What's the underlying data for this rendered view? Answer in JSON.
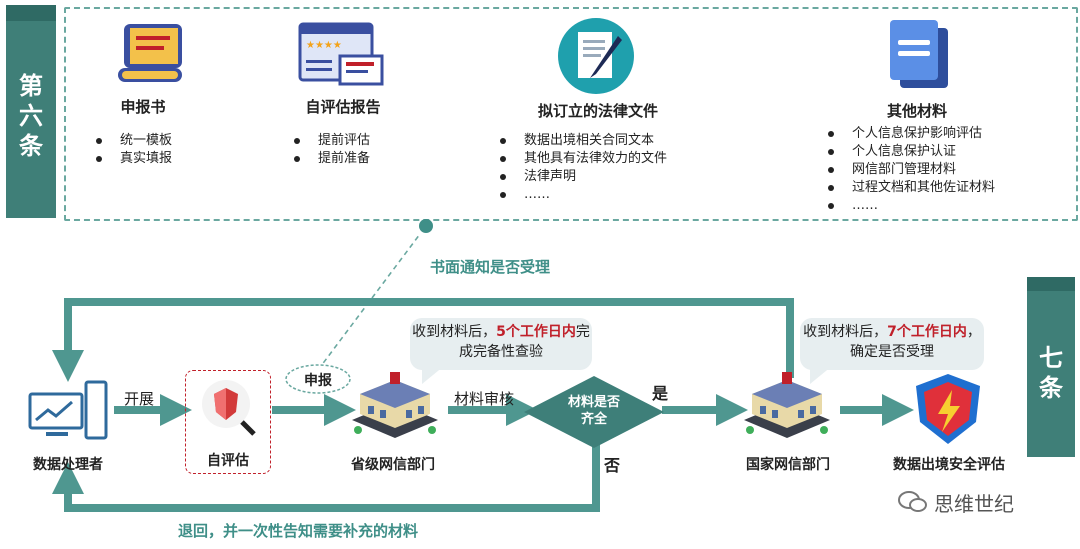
{
  "tabs": {
    "article6": "第六条",
    "article7": "七条"
  },
  "documents": [
    {
      "title": "申报书",
      "icon": "scroll-icon",
      "items": [
        "统一模板",
        "真实填报"
      ]
    },
    {
      "title": "自评估报告",
      "icon": "report-window-icon",
      "items": [
        "提前评估",
        "提前准备"
      ]
    },
    {
      "title": "拟订立的法律文件",
      "icon": "document-pen-icon",
      "items": [
        "数据出境相关合同文本",
        "其他具有法律效力的文件",
        "法律声明",
        "……"
      ]
    },
    {
      "title": "其他材料",
      "icon": "stacked-docs-icon",
      "items": [
        "个人信息保护影响评估",
        "个人信息保护认证",
        "网信部门管理材料",
        "过程文档和其他佐证材料",
        "……"
      ]
    }
  ],
  "flow": {
    "notice": "书面通知是否受理",
    "processor": "数据处理者",
    "develop": "开展",
    "self_assess": "自评估",
    "declare": "申报",
    "provincial": "省级网信部门",
    "review": "材料审核",
    "decision": "材料是否齐全",
    "yes": "是",
    "no": "否",
    "national": "国家网信部门",
    "result": "数据出境安全评估",
    "return": "退回，并一次性告知需要补充的材料",
    "bubble1": {
      "pre": "收到材料后，",
      "hl": "5个工作日内",
      "post": "完成完备性查验"
    },
    "bubble2": {
      "pre": "收到材料后，",
      "hl": "7个工作日内",
      "post": "，确定是否受理"
    }
  },
  "watermark": "思维世纪",
  "colors": {
    "teal": "#3f7f78",
    "arrow": "#4f9790",
    "red": "#c0202a",
    "bubble": "#e7eef0"
  }
}
